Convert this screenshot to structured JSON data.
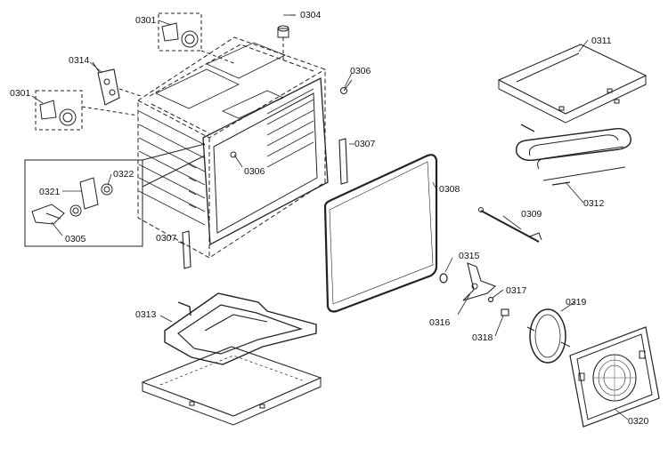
{
  "parts": {
    "p0301_top": "0301",
    "p0301_left": "0301",
    "p0304": "0304",
    "p0305": "0305",
    "p0306_top": "0306",
    "p0306_mid": "0306",
    "p0307_right": "0307",
    "p0307_bottom": "0307",
    "p0308": "0308",
    "p0309": "0309",
    "p0311": "0311",
    "p0312": "0312",
    "p0313": "0313",
    "p0314": "0314",
    "p0315": "0315",
    "p0316": "0316",
    "p0317": "0317",
    "p0318": "0318",
    "p0319": "0319",
    "p0320": "0320",
    "p0321": "0321",
    "p0322": "0322"
  }
}
